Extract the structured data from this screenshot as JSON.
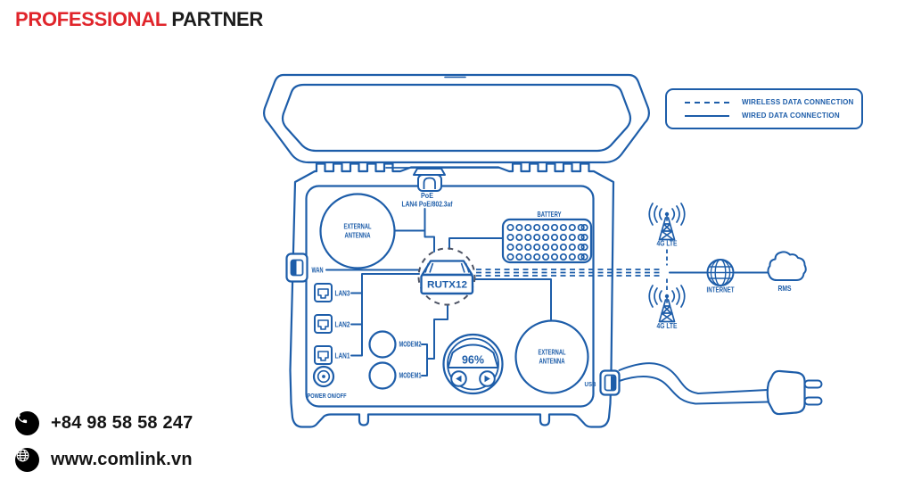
{
  "header": {
    "brand_red": "PROFESSIONAL",
    "brand_black": "PARTNER"
  },
  "legend": {
    "items": [
      {
        "style": "dashed",
        "label": "WIRELESS DATA CONNECTION"
      },
      {
        "style": "solid",
        "label": "WIRED DATA CONNECTION"
      }
    ]
  },
  "diagram": {
    "labels": {
      "poe": "PoE",
      "poe_sub": "LAN4 PoE/802.3af",
      "battery": "BATTERY",
      "antenna1_l1": "EXTERNAL",
      "antenna1_l2": "ANTENNA",
      "antenna2_l1": "EXTERNAL",
      "antenna2_l2": "ANTENNA",
      "wan": "WAN",
      "lan3": "LAN3",
      "lan2": "LAN2",
      "lan1": "LAN1",
      "modem2": "MODEM2",
      "modem1": "MODEM1",
      "router": "RUTX12",
      "gauge": "96%",
      "power": "POWER ON/OFF",
      "usb": "USB",
      "lte_top": "4G LTE",
      "lte_bottom": "4G LTE",
      "internet": "INTERNET",
      "rms": "RMS"
    },
    "colors": {
      "line_blue": "#1d5da9",
      "dashed_ring_gray": "#4d5364",
      "accent_red": "#e0252b"
    }
  },
  "contact": {
    "phone": "+84 98 58 58 247",
    "website": "www.comlink.vn"
  }
}
